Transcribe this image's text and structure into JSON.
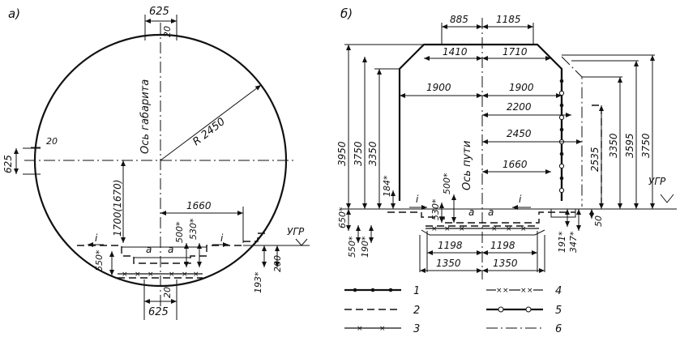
{
  "panel_a": {
    "label": "а)",
    "top_width": "625",
    "top_small": "20",
    "axis_label": "Ось габарита",
    "radius": "R 2450",
    "left_width": "625",
    "left_small": "20",
    "height": "1700(1670)",
    "right_dim": "1660",
    "dim_500": "500*",
    "dim_530": "530*",
    "dim_550": "550*",
    "dim_193": "193*",
    "dim_200": "200",
    "ugr": "УГР",
    "slope_i1": "i",
    "slope_i2": "i",
    "mark_a1": "a",
    "mark_a2": "a",
    "bottom_small": "20",
    "bottom_width": "625"
  },
  "panel_b": {
    "label": "б)",
    "top_left": "885",
    "top_right": "1185",
    "w1410": "1410",
    "w1710": "1710",
    "w1900a": "1900",
    "w1900b": "1900",
    "w2200": "2200",
    "w2450": "2450",
    "w1660": "1660",
    "axis_label": "Ось пути",
    "h3950": "3950",
    "h3750": "3750",
    "h3350": "3350",
    "h184": "184*",
    "h650": "650*",
    "h550": "550*",
    "h190": "190*",
    "h500": "500*",
    "h530": "530*",
    "r2535": "2535",
    "r3350": "3350",
    "r3595": "3595",
    "r3750": "3750",
    "r191": "191*",
    "r347": "347*",
    "r50": "50",
    "ugr": "УГР",
    "w1198a": "1198",
    "w1198b": "1198",
    "w1350a": "1350",
    "w1350b": "1350",
    "slope_i1": "i",
    "slope_i2": "i",
    "mark_a1": "a",
    "mark_a2": "a"
  },
  "legend": [
    {
      "num": "1",
      "style": "solid-dots"
    },
    {
      "num": "2",
      "style": "dashed"
    },
    {
      "num": "3",
      "style": "line-x"
    },
    {
      "num": "4",
      "style": "xx-pairs"
    },
    {
      "num": "5",
      "style": "solid-circles"
    },
    {
      "num": "6",
      "style": "dash-dot"
    }
  ]
}
